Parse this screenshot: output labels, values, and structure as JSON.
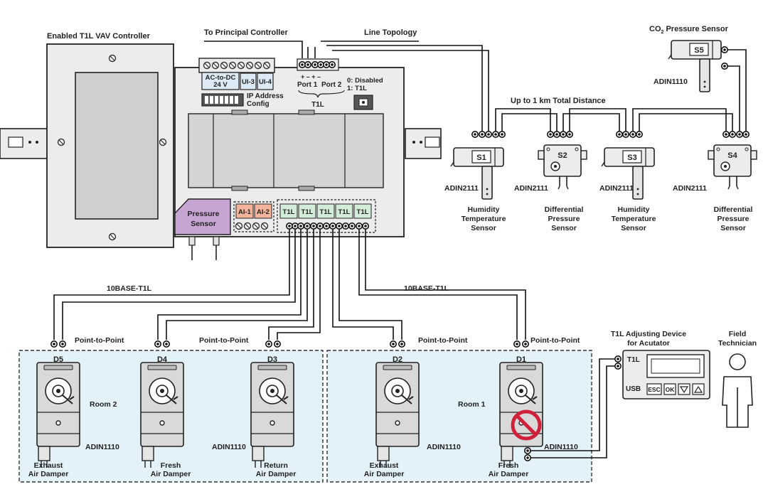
{
  "labels": {
    "vav_title": "Enabled T1L VAV Controller",
    "to_principal": "To Principal Controller",
    "line_topology": "Line Topology",
    "up_to_1km": "Up to 1 km Total Distance",
    "co2_sensor_prefix": "CO",
    "co2_sensor_sub": "2",
    "co2_sensor_suffix": " Pressure Sensor",
    "ac_dc_line1": "AC-to-DC",
    "ac_dc_line2": "24 V",
    "ui3": "UI-3",
    "ui4": "UI-4",
    "ip_line1": "IP Address",
    "ip_line2": "Config",
    "port_signs": "+  –  +  –",
    "port1": "Port 1",
    "port2": "Port 2",
    "t1l_group": "T1L",
    "mode_line1": "0: Disabled",
    "mode_line2": "1: T1L",
    "pressure_sensor_line1": "Pressure",
    "pressure_sensor_line2": "Sensor",
    "ai1": "AI-1",
    "ai2": "AI-2",
    "t1l_slot": "T1L",
    "tenbase_left": "10BASE-T1L",
    "tenbase_right": "10BASE-T1L",
    "ptp": "Point-to-Point",
    "room1": "Room 1",
    "room2": "Room 2",
    "adjusting_line1": "T1L Adjusting Device",
    "adjusting_line2": "for Acutator",
    "field_line1": "Field",
    "field_line2": "Technician",
    "dev_t1l": "T1L",
    "dev_usb": "USB",
    "btn_esc": "ESC",
    "btn_ok": "OK"
  },
  "sensors": [
    {
      "id": "S1",
      "chip": "ADIN2111",
      "name_lines": [
        "Humidity",
        "Temperature",
        "Sensor"
      ]
    },
    {
      "id": "S2",
      "chip": "ADIN2111",
      "name_lines": [
        "Differential",
        "Pressure",
        "Sensor"
      ]
    },
    {
      "id": "S3",
      "chip": "ADIN2111",
      "name_lines": [
        "Humidity",
        "Temperature",
        "Sensor"
      ]
    },
    {
      "id": "S4",
      "chip": "ADIN2111",
      "name_lines": [
        "Differential",
        "Pressure",
        "Sensor"
      ]
    },
    {
      "id": "S5",
      "chip": "ADIN1110",
      "name_lines": []
    }
  ],
  "dampers": [
    {
      "id": "D5",
      "name_lines": [
        "Exhaust",
        "Air Damper"
      ],
      "chip": ""
    },
    {
      "id": "D4",
      "name_lines": [
        "Fresh",
        "Air Damper"
      ],
      "chip": ""
    },
    {
      "id": "D3",
      "name_lines": [
        "Return",
        "Air Damper"
      ],
      "chip": ""
    },
    {
      "id": "D2",
      "name_lines": [
        "Exhaust",
        "Air Damper"
      ],
      "chip": ""
    },
    {
      "id": "D1",
      "name_lines": [
        "Fresh",
        "Air Damper"
      ],
      "chip": ""
    }
  ],
  "room_chips": {
    "room2_a": "ADIN1110",
    "room2_b": "ADIN1110",
    "room1_a": "ADIN1110",
    "room1_b": "ADIN1110"
  },
  "colors": {
    "panel": "#ececec",
    "panel_dark": "#d4d4d4",
    "room_fill": "#e3f2f9",
    "t1l_green": "#d3ecd8",
    "ai_orange": "#f3b49b",
    "ui_blue": "#dceaf6",
    "pressure_purple": "#c6a5d2",
    "prohibit_red": "#d0213b"
  }
}
